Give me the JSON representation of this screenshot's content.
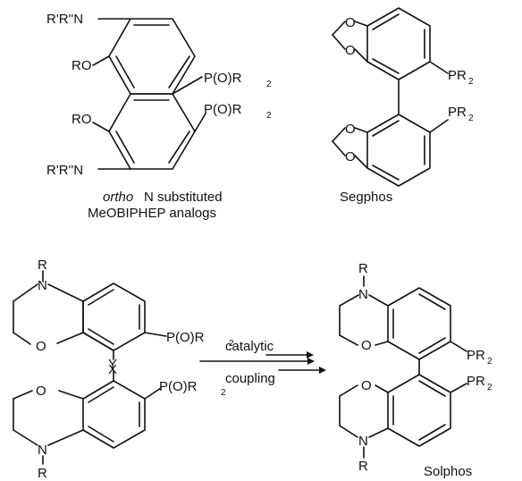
{
  "labels": {
    "rrn": "R'R''N",
    "ro": "RO",
    "p_o": "P(O)R",
    "two": "2",
    "pr": "PR",
    "o": "O",
    "n": "N",
    "r": "R",
    "x": "X",
    "y": "Y"
  },
  "captions": {
    "ortho_italic": "ortho",
    "ortho_rest": " N substituted",
    "meobiphep": "MeOBIPHEP analogs",
    "segphos": "Segphos",
    "solphos": "Solphos"
  },
  "arrow": {
    "top": "catalytic",
    "bottom": "coupling"
  }
}
